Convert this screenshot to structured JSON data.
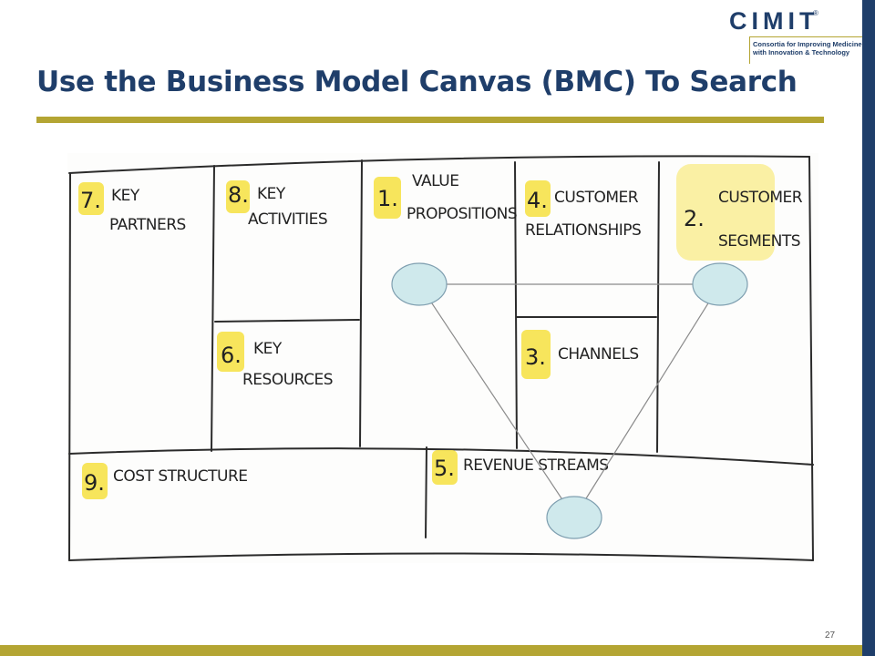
{
  "slide": {
    "title": "Use the Business Model Canvas (BMC) To Search",
    "page_number": "27"
  },
  "logo": {
    "name": "CIMIT",
    "tagline_line1": "Consortia for Improving Medicine",
    "tagline_line2": "with Innovation & Technology"
  },
  "colors": {
    "navy": "#1f3e6a",
    "olive": "#b4a533",
    "highlight": "#f6e24a",
    "node_fill": "#cfe9ec"
  },
  "canvas": {
    "blocks": {
      "key_partners": {
        "number": "7.",
        "line1": "KEY",
        "line2": "PARTNERS"
      },
      "key_activities": {
        "number": "8.",
        "line1": "KEY",
        "line2": "ACTIVITIES"
      },
      "value_propositions": {
        "number": "1.",
        "line1": "VALUE",
        "line2": "PROPOSITIONS"
      },
      "customer_relationships": {
        "number": "4.",
        "line1": "CUSTOMER",
        "line2": "RELATIONSHIPS"
      },
      "customer_segments": {
        "number": "2.",
        "line1": "CUSTOMER",
        "line2": "SEGMENTS"
      },
      "key_resources": {
        "number": "6.",
        "line1": "KEY",
        "line2": "RESOURCES"
      },
      "channels": {
        "number": "3.",
        "line1": "CHANNELS"
      },
      "cost_structure": {
        "number": "9.",
        "line1": "COST STRUCTURE"
      },
      "revenue_streams": {
        "number": "5.",
        "line1": "REVENUE STREAMS"
      }
    }
  }
}
